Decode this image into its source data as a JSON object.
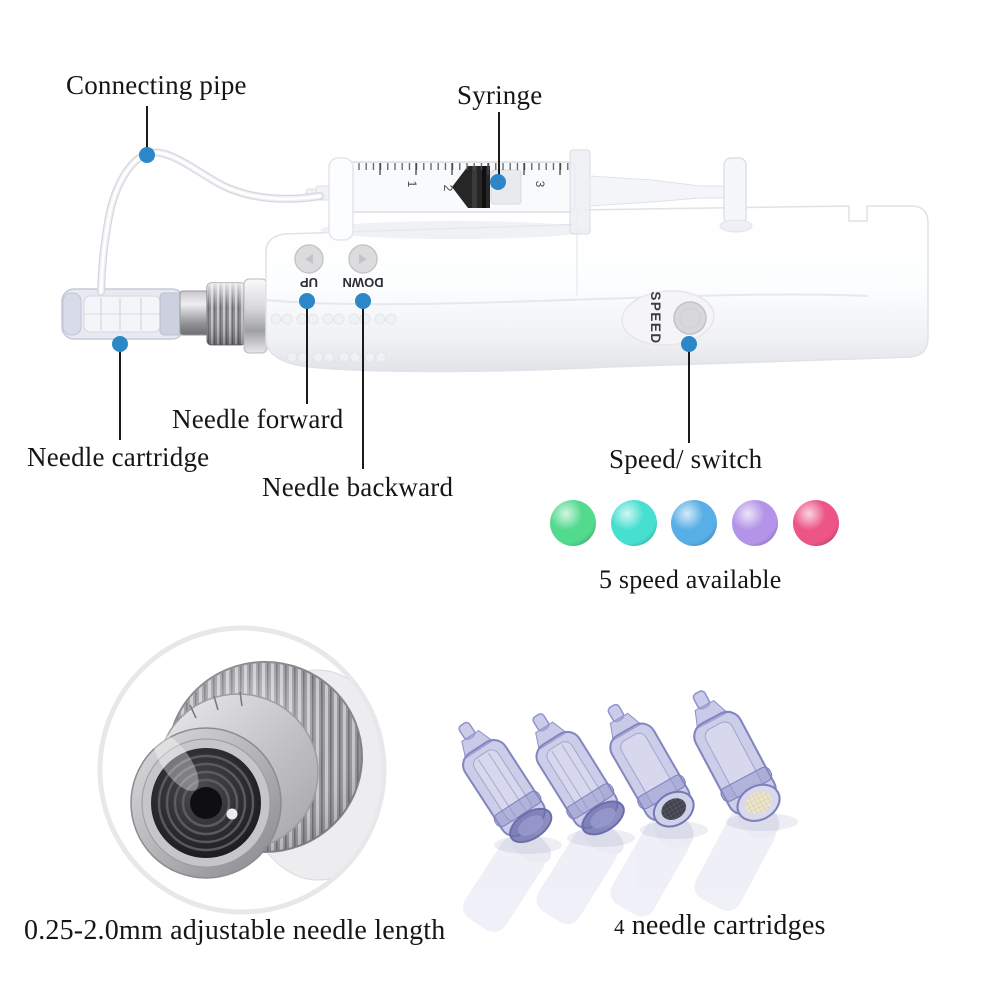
{
  "annotations": {
    "connecting_pipe": "Connecting pipe",
    "syringe": "Syringe",
    "needle_forward": "Needle forward",
    "needle_cartridge": "Needle cartridge",
    "needle_backward": "Needle backward",
    "speed_switch": "Speed/ switch",
    "speed_available": "5 speed available",
    "needle_length": "0.25-2.0mm adjustable needle length",
    "cartridge_count": "4",
    "cartridge_count_label": "needle cartridges"
  },
  "device": {
    "button_up": "UP",
    "button_down": "DOWN",
    "button_speed": "SPEED",
    "syringe_scale": [
      "1",
      "2",
      "3"
    ]
  },
  "speed_dots": {
    "count": 5,
    "colors": [
      "#52da8d",
      "#47e0d0",
      "#58aee6",
      "#b494e8",
      "#ec5586"
    ]
  },
  "style": {
    "pointer_dot_color": "#2b87c8",
    "leader_line_color": "#1a1a1a",
    "text_color": "#161616"
  }
}
